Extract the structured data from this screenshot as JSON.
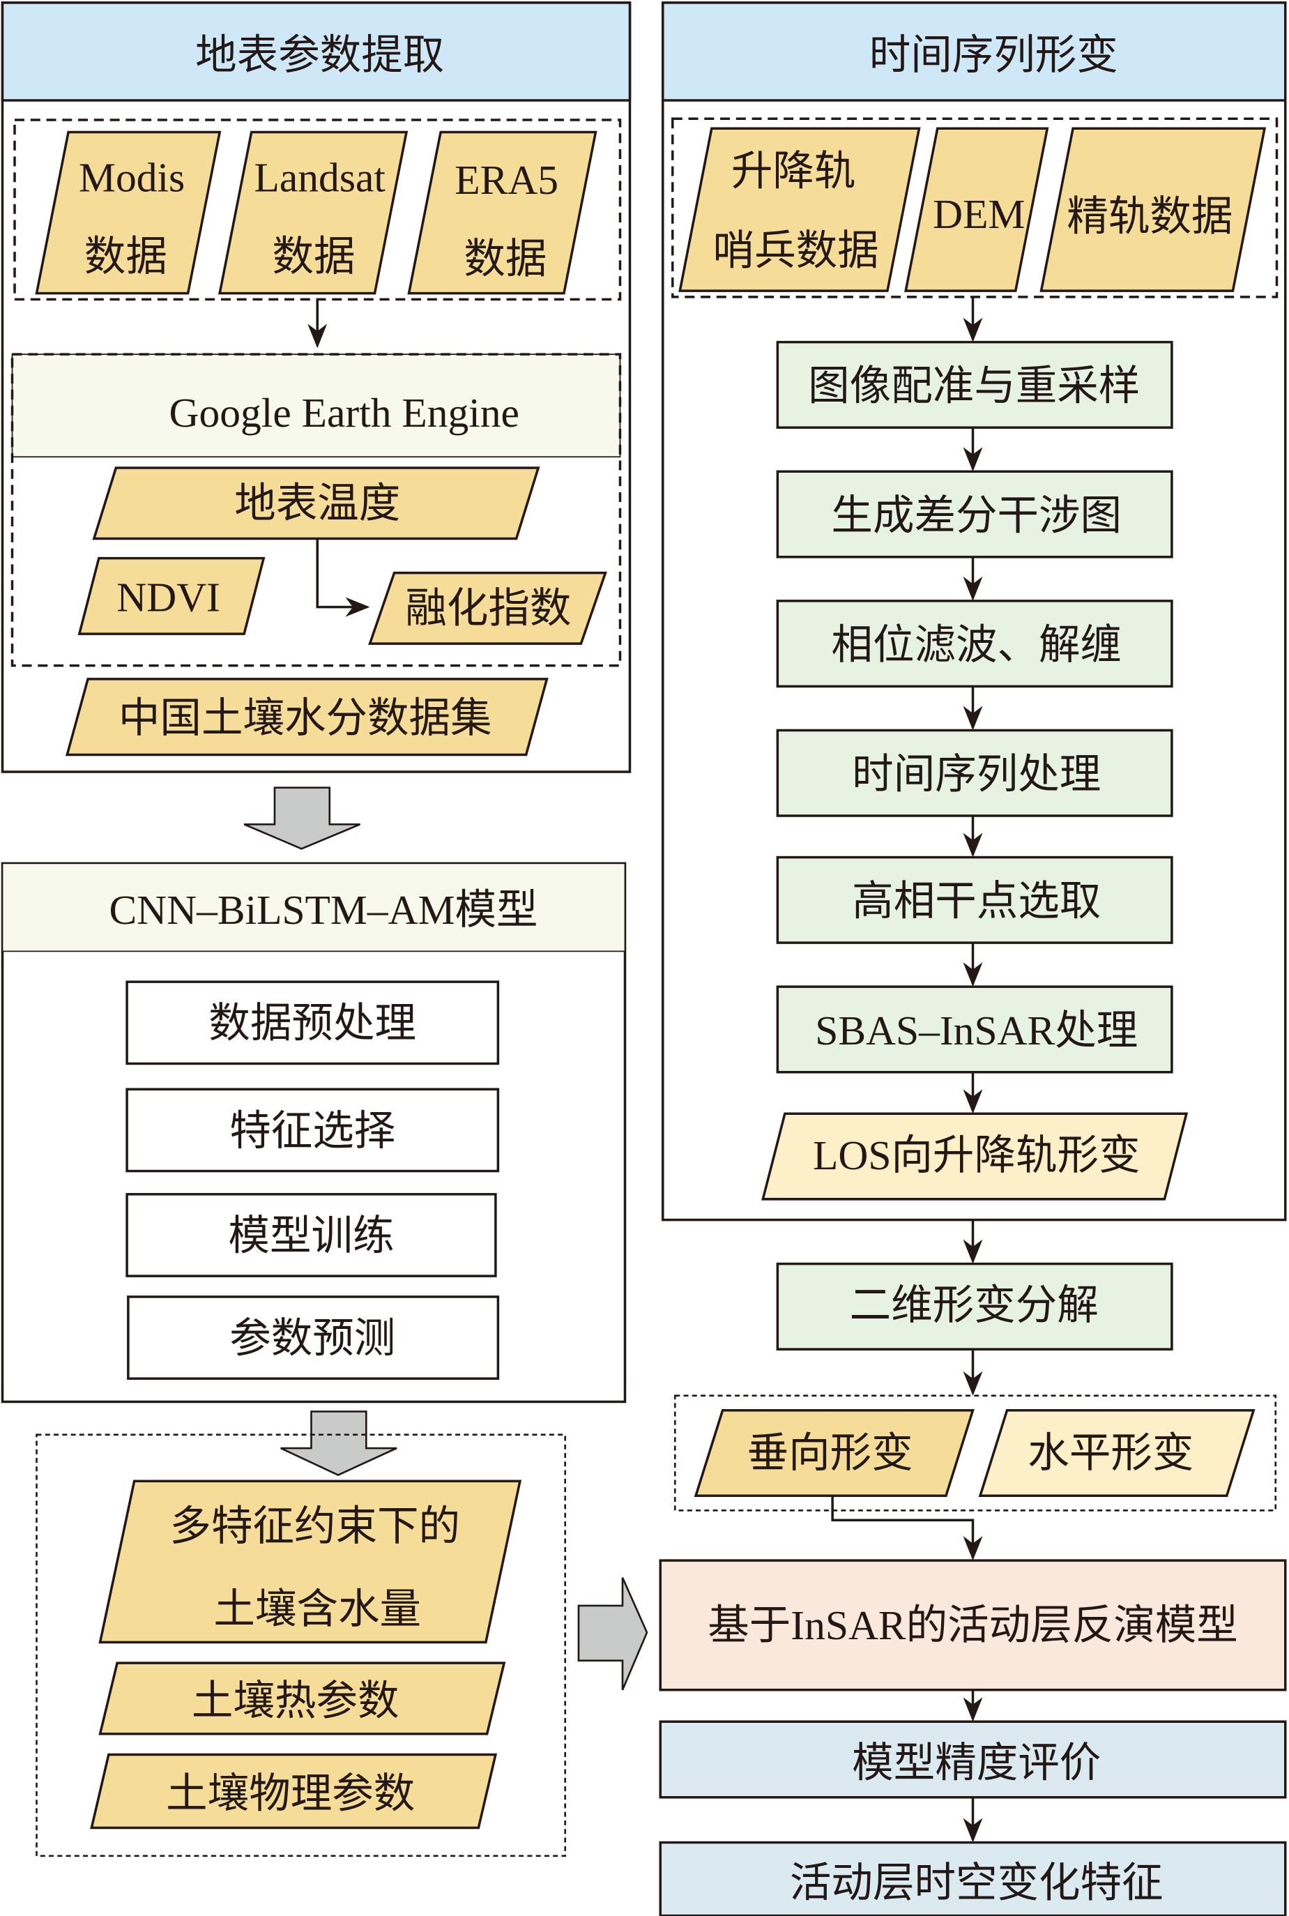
{
  "left_panel": {
    "title": "地表参数提取",
    "sources": [
      {
        "line1": "Modis",
        "line2": "数据"
      },
      {
        "line1": "Landsat",
        "line2": "数据"
      },
      {
        "line1": "ERA5",
        "line2": "数据"
      }
    ],
    "platform": "Google Earth Engine",
    "products": {
      "lst": "地表温度",
      "ndvi": "NDVI",
      "thaw_index": "融化指数"
    },
    "soil_moisture_dataset": "中国土壤水分数据集"
  },
  "model_panel": {
    "title": "CNN–BiLSTM–AM模型",
    "steps": [
      "数据预处理",
      "特征选择",
      "模型训练",
      "参数预测"
    ]
  },
  "outputs": {
    "soil_water_line1": "多特征约束下的",
    "soil_water_line2": "土壤含水量",
    "thermal": "土壤热参数",
    "physical": "土壤物理参数"
  },
  "right_panel": {
    "title": "时间序列形变",
    "inputs": {
      "sentinel_line1": "升降轨",
      "sentinel_line2": "哨兵数据",
      "dem": "DEM",
      "orbit": "精轨数据"
    },
    "steps": [
      "图像配准与重采样",
      "生成差分干涉图",
      "相位滤波、解缠",
      "时间序列处理",
      "高相干点选取",
      "SBAS–InSAR处理"
    ],
    "los": "LOS向升降轨形变"
  },
  "decomposition": "二维形变分解",
  "vertical": "垂向形变",
  "horizontal": "水平形变",
  "inversion_model": "基于InSAR的活动层反演模型",
  "accuracy": "模型精度评价",
  "characteristics": "活动层时空变化特征",
  "colors": {
    "header_blue": "#cfe8f8",
    "parallelogram_yellow": "#f5dc98",
    "light_yellow": "#fdf0c8",
    "process_green": "#e6f2e2",
    "model_pink": "#fbe8dc",
    "result_blue": "#daeaf0"
  }
}
